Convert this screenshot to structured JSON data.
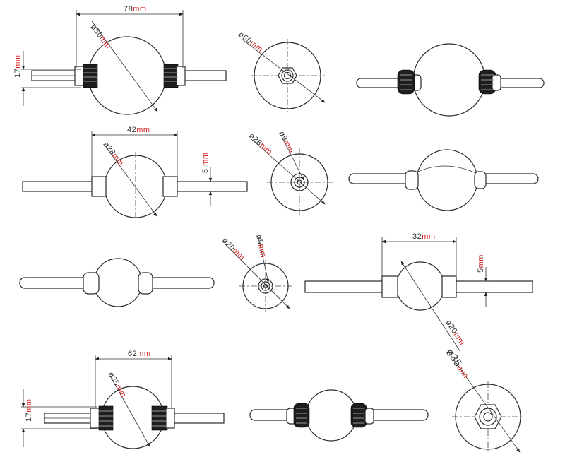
{
  "dimensions": {
    "d1_length": "78",
    "d1_dia": "ø50",
    "d1_height": "17",
    "d2_dia": "ø50",
    "d4_length": "42",
    "d4_dia": "ø28",
    "d4_cable": "5",
    "d5_dia": "ø28",
    "d5_inner": "ø9",
    "d8_dia": "ø20",
    "d8_inner": "ø5",
    "d9_length": "32",
    "d9_cable": "5",
    "d9_dia": "ø20",
    "d10_length": "62",
    "d10_dia": "ø35",
    "d10_height": "17",
    "d12_dia": "ø35"
  },
  "units": {
    "mm": "mm",
    "mm_spaced": " mm"
  }
}
